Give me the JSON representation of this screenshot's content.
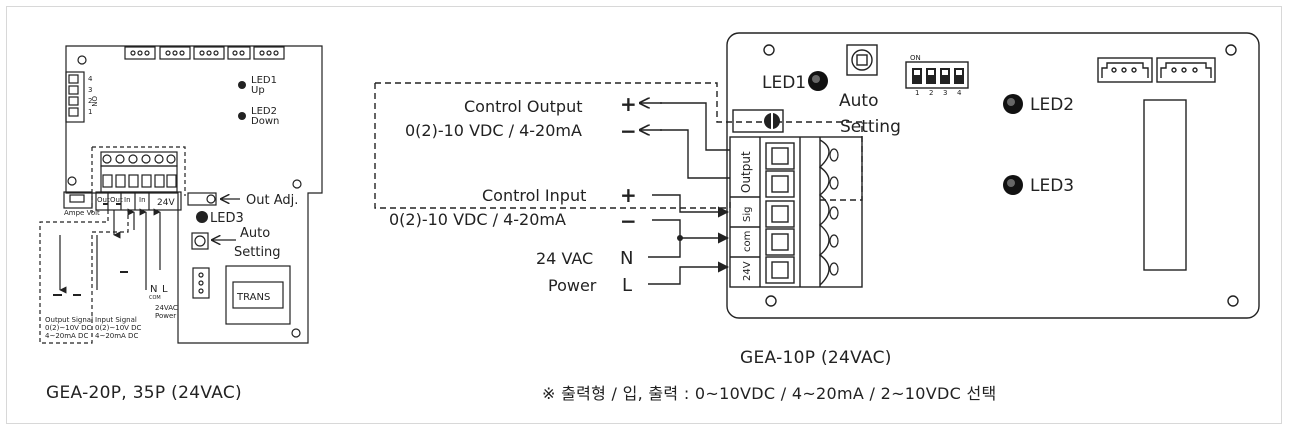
{
  "left_board": {
    "caption": "GEA-20P, 35P (24VAC)",
    "led1": "LED1",
    "led1_sub": "Up",
    "led2": "LED2",
    "led2_sub": "Down",
    "led3": "LED3",
    "out_adj": "Out Adj.",
    "auto": "Auto",
    "setting": "Setting",
    "trans": "TRANS",
    "ampe_volt": "Ampe Volt",
    "on": "ON",
    "dip_nums": [
      "4",
      "3",
      "2",
      "1"
    ],
    "terminals": [
      "Out",
      "Out",
      "In",
      "In",
      "24V"
    ],
    "n": "N",
    "l": "L",
    "com": "COM",
    "output_signal": [
      "Output Signal",
      "0(2)~10V DC",
      "4~20mA DC"
    ],
    "input_signal": [
      "Input Signal",
      "0(2)~10V DC",
      "4~20mA DC"
    ],
    "power": [
      "24VAC",
      "Power"
    ]
  },
  "right_board": {
    "caption": "GEA-10P (24VAC)",
    "note": "※ 출력형 / 입, 출력 : 0~10VDC / 4~20mA / 2~10VDC 선택",
    "led1": "LED1",
    "led2": "LED2",
    "led3": "LED3",
    "auto": "Auto",
    "setting": "Setting",
    "on": "ON",
    "dip_nums": [
      "1",
      "2",
      "3",
      "4"
    ],
    "terminal_labels": [
      "Output",
      "Sig",
      "com",
      "24V"
    ],
    "control_output": "Control Output",
    "control_output_range": "0(2)-10 VDC / 4-20mA",
    "control_input": "Control Input",
    "control_input_range": "0(2)-10 VDC / 4-20mA",
    "vac": "24 VAC",
    "power": "Power",
    "plus": "+",
    "minus": "−",
    "n": "N",
    "l": "L"
  }
}
